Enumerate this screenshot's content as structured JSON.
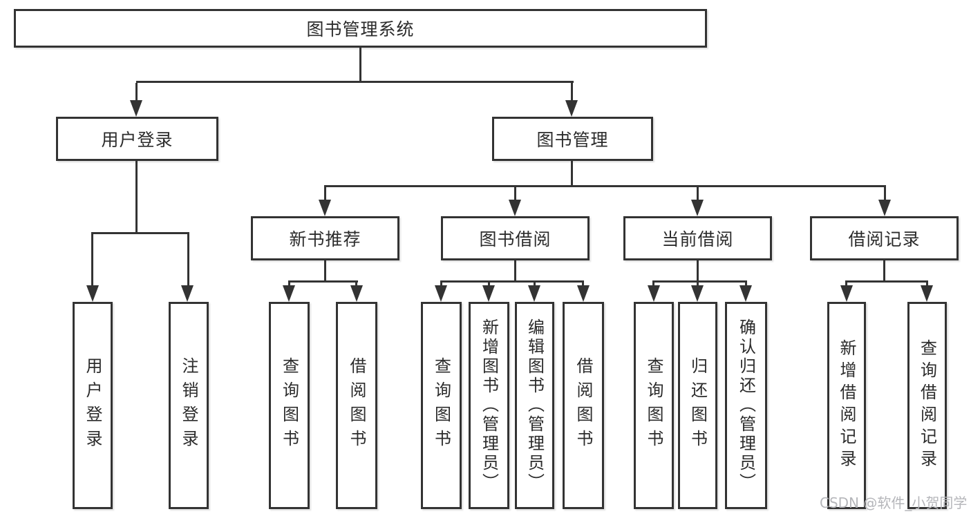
{
  "tree": {
    "label": "图书管理系统",
    "children": [
      {
        "label": "用户登录",
        "children": [
          {
            "label": "用户登录"
          },
          {
            "label": "注销登录"
          }
        ]
      },
      {
        "label": "图书管理",
        "children": [
          {
            "label": "新书推荐",
            "children": [
              {
                "label": "查询图书"
              },
              {
                "label": "借阅图书"
              }
            ]
          },
          {
            "label": "图书借阅",
            "children": [
              {
                "label": "查询图书"
              },
              {
                "label": "新增图书（管理员）"
              },
              {
                "label": "编辑图书（管理员）"
              },
              {
                "label": "借阅图书"
              }
            ]
          },
          {
            "label": "当前借阅",
            "children": [
              {
                "label": "查询图书"
              },
              {
                "label": "归还图书"
              },
              {
                "label": "确认归还（管理员）"
              }
            ]
          },
          {
            "label": "借阅记录",
            "children": [
              {
                "label": "新增借阅记录"
              },
              {
                "label": "查询借阅记录"
              }
            ]
          }
        ]
      }
    ]
  },
  "watermark": {
    "text": "CSDN @软件_小贺同学"
  },
  "colors": {
    "line": "#333333",
    "watermark": "#b5b6ba",
    "background": "#ffffff"
  }
}
